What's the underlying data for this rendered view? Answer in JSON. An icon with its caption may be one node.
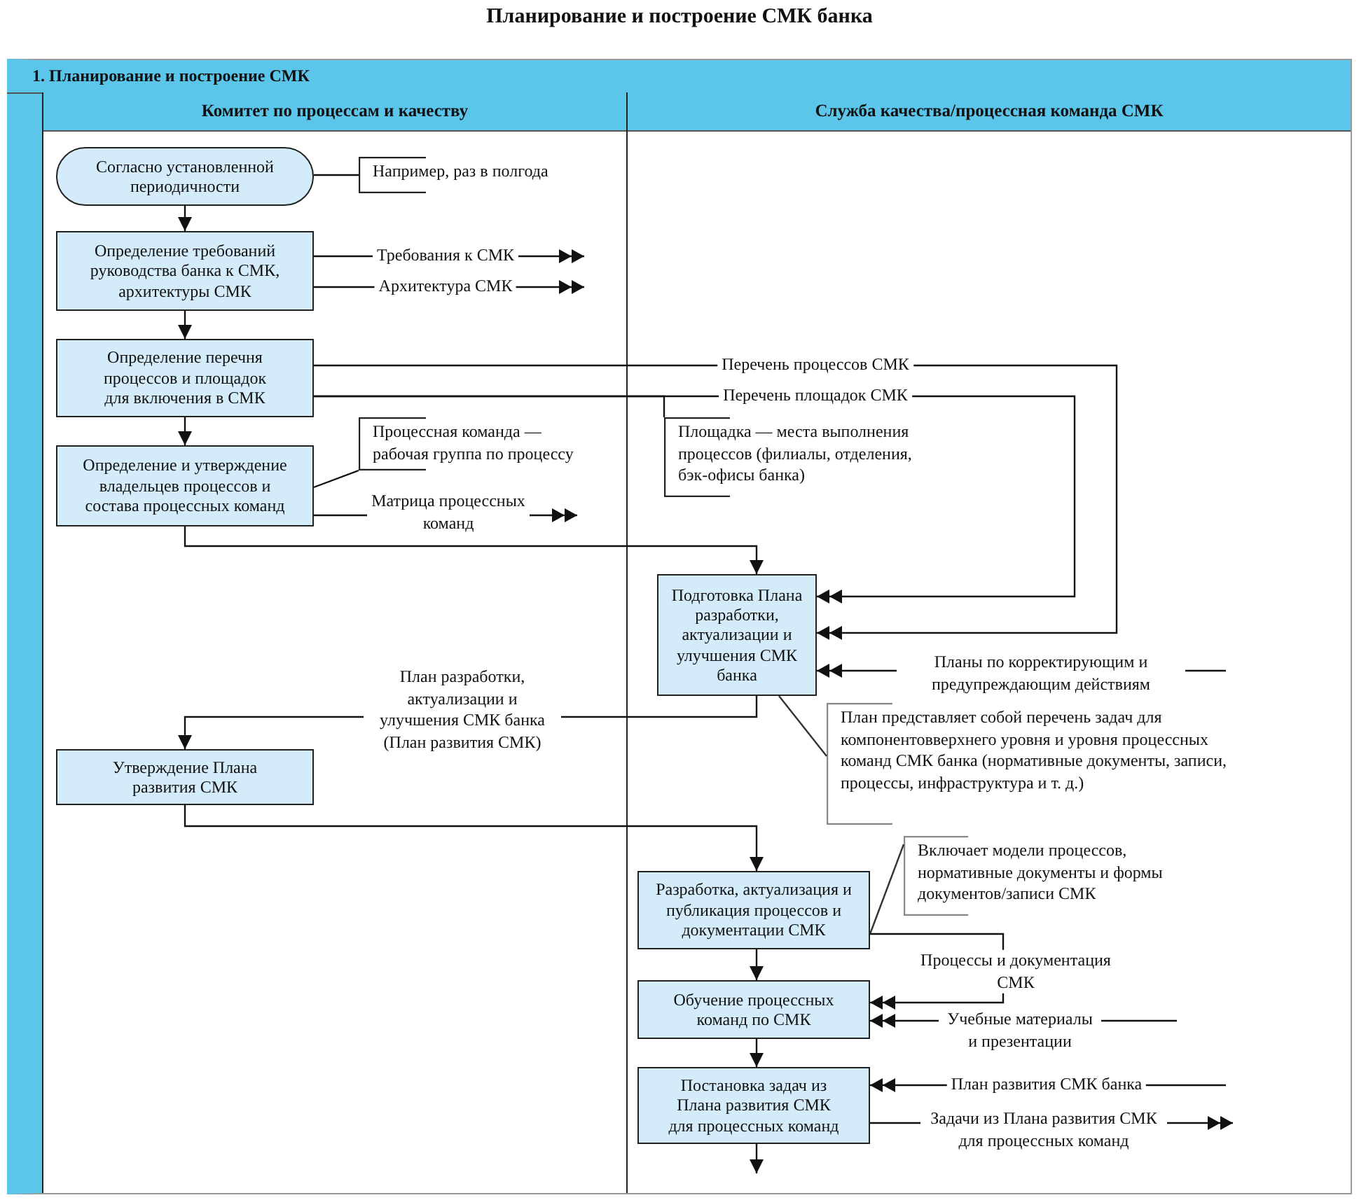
{
  "diagram": {
    "title": "Планирование и построение СМК банка",
    "nodes": [
      {
        "text": [
          "1. Планирование и построение СМК"
        ]
      },
      {
        "text": [
          "Комитет по процессам и качеству"
        ],
        "in": 0
      },
      {
        "text": [
          "Служба качества/процессная команда СМК"
        ],
        "in": 0
      },
      {
        "text": [
          "Согласно установленной периодичности"
        ],
        "in": 1
      },
      {
        "text": [
          "Определение требований руководства банка к СМК, архитектуры СМК"
        ],
        "in": 1
      },
      {
        "text": [
          "Определение перечня процессов и площадок для включения в СМК"
        ],
        "in": 1
      },
      {
        "text": [
          "Определение и утверждение владельцев процессов и состава процессных команд"
        ],
        "in": 1
      },
      {
        "text": [
          "Утверждение Плана развития СМК"
        ],
        "in": 1
      },
      {
        "text": [
          "Подготовка Плана разработки, актуализации и улучшения СМК банка"
        ],
        "in": 2
      },
      {
        "text": [
          "Разработка, актуализация и публикация процессов и документации СМК"
        ],
        "in": 2
      },
      {
        "text": [
          "Обучение процессных команд по СМК"
        ],
        "in": 2
      },
      {
        "text": [
          "Постановка задач из Плана развития СМК для процессных команд"
        ],
        "in": 2
      },
      {
        "text": [
          "Например, раз в полгода"
        ],
        "in": 1
      },
      {
        "text": [
          "Процессная команда — рабочая группа по процессу"
        ],
        "in": 1
      },
      {
        "text": [
          "Площадка — места выполнения процессов (филиалы, отделения, бэк-офисы банка)"
        ],
        "in": 2
      },
      {
        "text": [
          "План представляет собой перечень задач для компонентовверхнего уровня и уровня процессных команд СМК банка (нормативные документы, записи, процессы, инфраструктура и т. д.)"
        ],
        "in": 2
      },
      {
        "text": [
          "Включает модели процессов, нормативные документы и формы документов/записи СМК"
        ],
        "in": 2
      }
    ],
    "edges": [
      {
        "from": 3,
        "to": 4,
        "arrow": "to"
      },
      {
        "from": 4,
        "to": 5,
        "arrow": "to"
      },
      {
        "from": 5,
        "to": 6,
        "arrow": "to"
      },
      {
        "from": 6,
        "to": 8,
        "arrow": "to"
      },
      {
        "from": 8,
        "to": 7,
        "arrow": "to",
        "label": "План разработки, актуализации и улучшения СМК банка (План развития СМК)"
      },
      {
        "from": 7,
        "to": 9,
        "arrow": "to"
      },
      {
        "from": 9,
        "to": 10,
        "arrow": "to"
      },
      {
        "from": 10,
        "to": 11,
        "arrow": "to"
      },
      {
        "from": 11,
        "to": null,
        "arrow": "to"
      },
      {
        "from": 4,
        "to": null,
        "arrow": "to",
        "label": "Требования к СМК"
      },
      {
        "from": 4,
        "to": null,
        "arrow": "to",
        "label": "Архитектура СМК"
      },
      {
        "from": 6,
        "to": null,
        "arrow": "to",
        "label": "Матрица процессных команд"
      },
      {
        "from": 5,
        "to": 8,
        "arrow": "to",
        "label": "Перечень процессов СМК"
      },
      {
        "from": 5,
        "to": 8,
        "arrow": "to",
        "label": "Перечень площадок СМК"
      },
      {
        "from": 5,
        "to": 14,
        "arrow": "none"
      },
      {
        "from": null,
        "to": 8,
        "arrow": "to",
        "label": "Планы по корректирующим и предупреждающим действиям"
      },
      {
        "from": 8,
        "to": 15,
        "arrow": "none"
      },
      {
        "from": 9,
        "to": 16,
        "arrow": "none"
      },
      {
        "from": 9,
        "to": 10,
        "arrow": "to",
        "label": "Процессы и документация СМК"
      },
      {
        "from": null,
        "to": 10,
        "arrow": "to",
        "label": "Учебные материалы и презентации"
      },
      {
        "from": null,
        "to": 11,
        "arrow": "to",
        "label": "План развития СМК банка"
      },
      {
        "from": 11,
        "to": null,
        "arrow": "to",
        "label": "Задачи из Плана развития СМК для процессных команд"
      },
      {
        "from": 3,
        "to": 12,
        "arrow": "none"
      },
      {
        "from": 6,
        "to": 13,
        "arrow": "none"
      }
    ]
  }
}
